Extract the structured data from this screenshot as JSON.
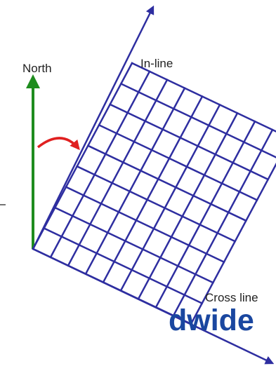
{
  "labels": {
    "north": "North",
    "inline": "In-line",
    "crossline": "Cross line",
    "cutoff_text": "dwide"
  },
  "grid": {
    "columns": 9,
    "rows": 9
  },
  "colors": {
    "grid_blue": "#2E2EA0",
    "north_green": "#1E8C1E",
    "rotation_red": "#E02020",
    "text": "#222222",
    "cutoff_text_color": "#1A47A0"
  }
}
